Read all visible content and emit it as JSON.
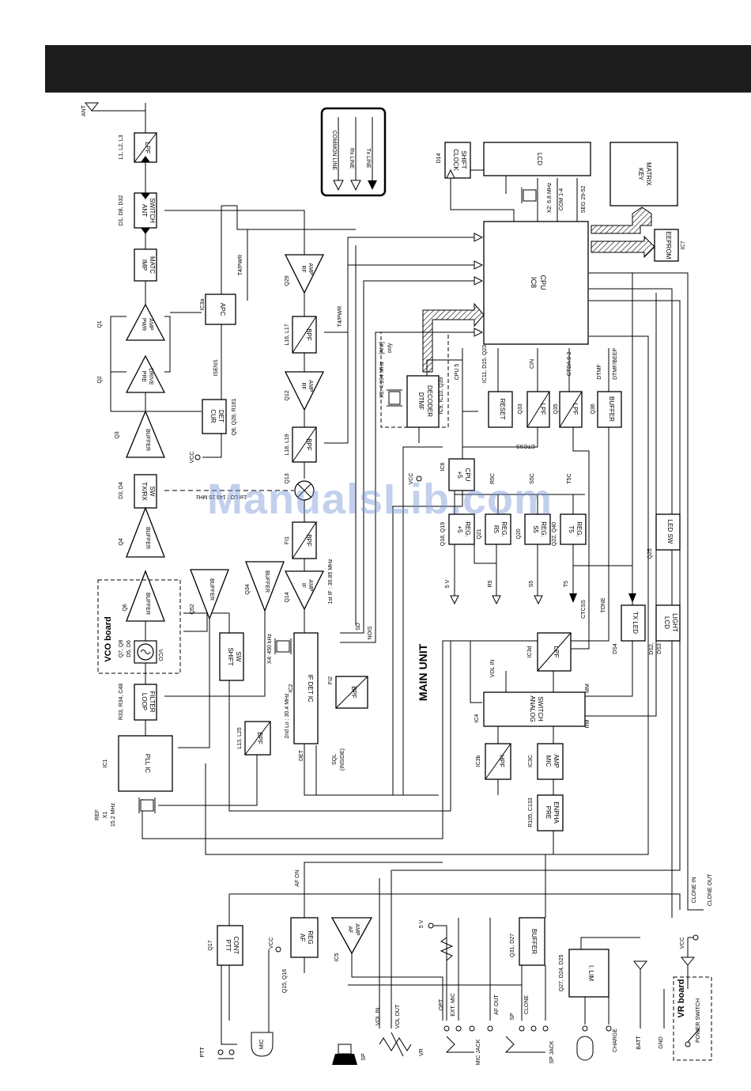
{
  "watermark": "ManualsLib.com",
  "main_unit_label": "MAIN UNIT",
  "vco_board_label": "VCO board",
  "vr_board_label": "VR board",
  "legend": {
    "common": "COMMON LINE",
    "rx": "Rx LINE",
    "tx": "Tx LINE"
  },
  "antenna": "ANT",
  "blocks": {
    "lpf_ant": "LPF",
    "ant_switch": [
      "ANT",
      "SWITCH"
    ],
    "imp_match": [
      "IMP",
      "MATC"
    ],
    "pwr_amp": [
      "PWR",
      "AMP"
    ],
    "pre_drive": [
      "PRE",
      "DRIVE"
    ],
    "buffer_q3": "BUFFER",
    "txrx_sw": [
      "TX/RX",
      "SW"
    ],
    "buffer_q4": "BUFFER",
    "buffer_q6": "BUFFER",
    "vco": "VCO",
    "loop_filter": [
      "LOOP",
      "FILTER"
    ],
    "pll_ic": "PLL IC",
    "buffer_q52": "BUFFER",
    "shift_sw": [
      "SHIFT",
      "SW"
    ],
    "buffer_q34": "BUFFER",
    "apc": "APC",
    "cur_det": [
      "CUR",
      "DET"
    ],
    "rf_amp_q29": [
      "RF",
      "AMP"
    ],
    "bpf_l16": "BPF",
    "rf_amp_q12": [
      "RF",
      "AMP"
    ],
    "bpf_l18": "BPF",
    "bpf_fi1": "BPF",
    "if_amp": [
      "IF",
      "AMP"
    ],
    "if_det_ic": "IF DET IC",
    "bpf_fi2": "BPF",
    "bpf_l13": "BPF",
    "dtmf_decoder": [
      "DTMF",
      "DECODER"
    ],
    "clock_shift": [
      "CLOCK",
      "SHIFT"
    ],
    "lcd": "LCD",
    "key_matrix": [
      "KEY",
      "MATRIX"
    ],
    "eeprom": "EEPROM",
    "cpu": [
      "IC8",
      "CPU"
    ],
    "reset": "RESET",
    "lpf_q33": "LPF",
    "lpf_q35": "LPF",
    "buffer_q36": "BUFFER",
    "cpu5": [
      "+5",
      "CPU"
    ],
    "reg5": [
      "+5",
      "REG."
    ],
    "r5_reg": [
      "R5",
      "REG."
    ],
    "s5_reg": [
      "S5",
      "REG."
    ],
    "t5_reg": [
      "T5",
      "REG."
    ],
    "led_sw": "LED SW",
    "tx_led": "TX LED",
    "lcd_light": [
      "LCD",
      "LIGHT"
    ],
    "lpf_ic3d": "LPF",
    "analog_switch": [
      "ANALOG",
      "SWITCH"
    ],
    "hpf": "HPF",
    "mic_amp": [
      "MIC",
      "AMP"
    ],
    "pre_enpha": [
      "PRE",
      "ENPHA"
    ],
    "ptt_cont": [
      "PTT",
      "CONT"
    ],
    "af_reg": [
      "AF",
      "REG"
    ],
    "af_amp": [
      "AF",
      "AMP"
    ],
    "buffer_q31": "BUFFER",
    "i_lim": "I. LIM"
  },
  "labels": {
    "l1l3": "L1, L2, L3",
    "d1d32": "D1, D8, D32",
    "q1": "Q1",
    "q2": "Q2",
    "q3": "Q3",
    "d3d4": "D3, D4",
    "q4": "Q4",
    "q6": "Q6",
    "q7q8": "Q7, Q8",
    "d5d6": "D5, D6",
    "r33": "R33, R34, C48",
    "ic1": "IC1",
    "ref": "REF",
    "x1": "X1",
    "x1f": "15.2 MHz",
    "q52": "Q52",
    "q34": "Q34",
    "ic3a": "IC3a",
    "t4pwr": "T4/PWR",
    "t4pwr2": "T4/PWR",
    "isens": "ISENS",
    "q9": "Q9, Q28, R161",
    "vcc1": "VCC",
    "q29": "Q29",
    "l16": "L16, L17",
    "q12": "Q12",
    "l18": "L18, L19",
    "q13": "Q13",
    "lo1": "1st LO : 143.15 MHz",
    "fi1": "FI1",
    "q14": "Q14",
    "if1": "1st IF : 30.85 MHz",
    "x4": "X4: 450 kHz",
    "ic2": "IC2",
    "fi2": "FI2",
    "lo2": "2nd Lo : 30.4 MHz",
    "l13": "L13, L25",
    "det": "DET",
    "sql": "SQL",
    "sql2": "(INSIDE)",
    "sd": "SD",
    "nois": "NOIS",
    "ani": "[ANI]",
    "ani2": "only",
    "x3": "X3: 4.194 MHz",
    "ic9": "IC9, IC10, Q39",
    "d14": "D14",
    "x2": "X2: 6.8 MHz",
    "com": "COM 1-4",
    "seg": "SEG 29-52",
    "ic7": "IC7",
    "cpu5lbl": "CPU 5",
    "ic11": "IC11, D15, Q23",
    "cin": "CIN",
    "ctda": "CTDA 0-2",
    "dtmf": "DTMF",
    "dtmfbeep": "DTMF/BEEP",
    "q33": "Q33",
    "q35": "Q35",
    "q36": "Q36",
    "ctcss": "CTCSS",
    "ic6": "IC6",
    "vcc2": "VCC",
    "r5c": "R5C",
    "s5c": "S5C",
    "t5c": "T5C",
    "q18": "Q18, Q19",
    "q21": "Q21",
    "q20": "Q20",
    "q22": "Q22, Q40",
    "v5": "5 V",
    "r5": "R5",
    "s5": "S5",
    "t5": "T5",
    "q25": "Q25",
    "ds4": "DS4",
    "ds2": "DS2,",
    "ds3": "DS3",
    "ctcss2": "CTCSS",
    "tone": "TONE",
    "ic3d": "IC3d",
    "volin": "VOL IN",
    "mm": "MM",
    "ic4": "IC4",
    "rm": "RM",
    "ic3b": "IC3b",
    "ic3c": "IC3C",
    "r105": "R105, C133",
    "afon": "AF ON",
    "clonein": "CLONE IN",
    "cloneout": "CLONE OUT",
    "q17": "Q17",
    "ptt": "PTT",
    "mic": "MIC",
    "vcc3": "VCC",
    "q15": "Q15, Q16",
    "ic5": "IC5",
    "v5b": "5 V",
    "sp": "SP",
    "volin2": "VOL IN",
    "volout": "VOL OUT",
    "vr": "VR",
    "opt": "OPT",
    "extmic": "EXT. MIC",
    "micjack": "MIC JACK",
    "afout": "AF OUT",
    "sp2": "SP",
    "clone": "CLONE",
    "spjack": "SP JACK",
    "q31": "Q31, D27",
    "q27": "Q27, D24, D25",
    "charge": "CHARGE",
    "batt": "BATT",
    "gnd": "GND",
    "vcc4": "VCC",
    "powersw": "POWER SWITCH"
  }
}
